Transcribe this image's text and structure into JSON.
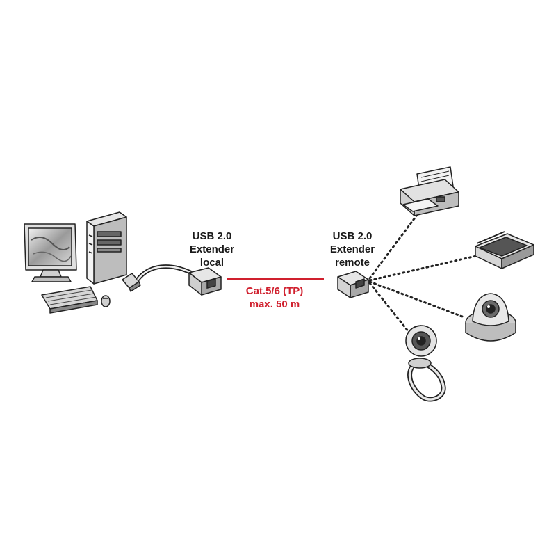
{
  "labels": {
    "local": [
      "USB 2.0",
      "Extender",
      "local"
    ],
    "remote": [
      "USB 2.0",
      "Extender",
      "remote"
    ],
    "cable": [
      "Cat.5/6 (TP)",
      "max. 50 m"
    ]
  },
  "colors": {
    "cable": "#d0202e",
    "text": "#1a1a1a",
    "outline": "#222222",
    "fill_light": "#e8e8e8",
    "fill_mid": "#b8b8b8",
    "fill_dark": "#555555"
  },
  "icons": [
    "computer-icon",
    "usb-extender-local-icon",
    "usb-extender-remote-icon",
    "printer-icon",
    "scanner-icon",
    "dome-camera-icon",
    "webcam-icon"
  ]
}
